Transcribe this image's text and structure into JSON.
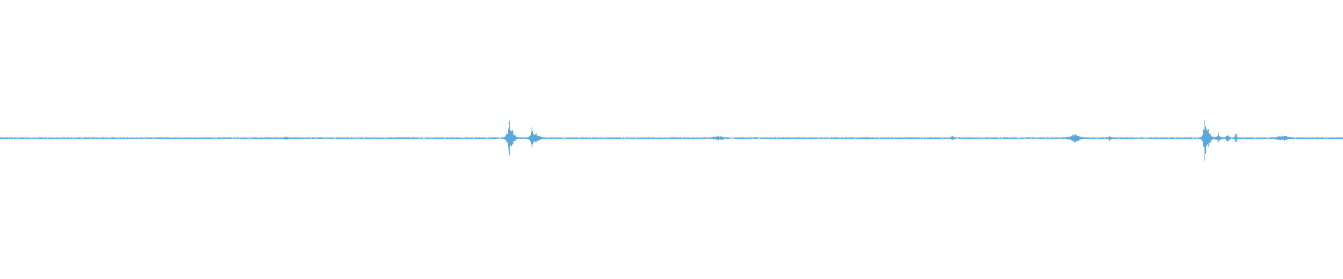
{
  "chart_data": {
    "type": "area",
    "title": "",
    "xlabel": "",
    "ylabel": "",
    "grid": false,
    "legend": "none",
    "color": "#5aa8dc",
    "background": "#ffffff",
    "x_range": [
      0,
      1
    ],
    "amplitude_range": [
      -1,
      1
    ],
    "baseline_amplitude": 0.012,
    "series": [
      {
        "peaks": [
          {
            "x": 0.025,
            "amp": 0.012,
            "width": 0.02
          },
          {
            "x": 0.12,
            "amp": 0.016,
            "width": 0.03
          },
          {
            "x": 0.213,
            "amp": 0.045,
            "width": 0.004
          },
          {
            "x": 0.3,
            "amp": 0.02,
            "width": 0.02
          },
          {
            "x": 0.379,
            "amp": 0.42,
            "width": 0.0014
          },
          {
            "x": 0.381,
            "amp": 0.2,
            "width": 0.002
          },
          {
            "x": 0.396,
            "amp": 0.26,
            "width": 0.0012
          },
          {
            "x": 0.399,
            "amp": 0.12,
            "width": 0.003
          },
          {
            "x": 0.535,
            "amp": 0.05,
            "width": 0.006
          },
          {
            "x": 0.645,
            "amp": 0.03,
            "width": 0.005
          },
          {
            "x": 0.709,
            "amp": 0.055,
            "width": 0.002
          },
          {
            "x": 0.8,
            "amp": 0.11,
            "width": 0.004
          },
          {
            "x": 0.826,
            "amp": 0.06,
            "width": 0.002
          },
          {
            "x": 0.897,
            "amp": 0.68,
            "width": 0.0009
          },
          {
            "x": 0.899,
            "amp": 0.28,
            "width": 0.002
          },
          {
            "x": 0.907,
            "amp": 0.12,
            "width": 0.0015
          },
          {
            "x": 0.914,
            "amp": 0.1,
            "width": 0.0015
          },
          {
            "x": 0.92,
            "amp": 0.12,
            "width": 0.001
          },
          {
            "x": 0.955,
            "amp": 0.06,
            "width": 0.007
          }
        ]
      }
    ]
  }
}
